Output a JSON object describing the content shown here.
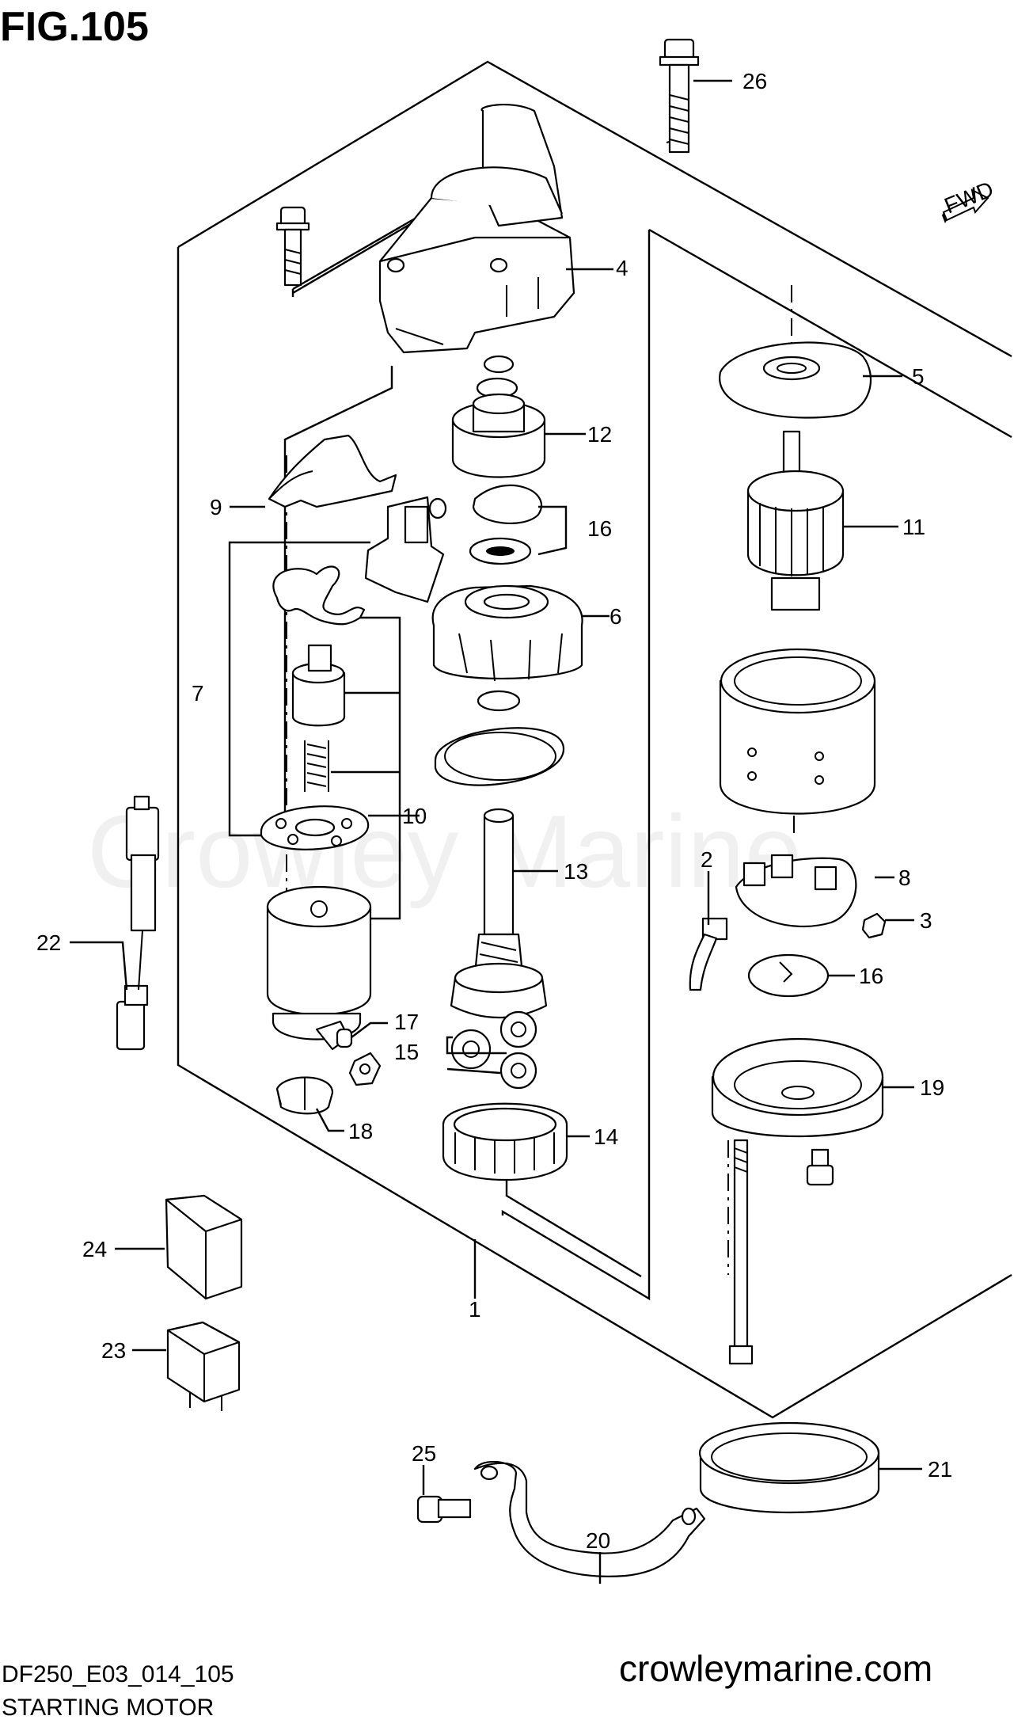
{
  "figure": {
    "title": "FIG.105"
  },
  "footer": {
    "model_code": "DF250_E03_014_105",
    "caption": "STARTING MOTOR",
    "site": "crowleymarine.com"
  },
  "watermark": "Crowley Marine",
  "fwd_badge": "FWD",
  "callouts": [
    "1",
    "2",
    "3",
    "4",
    "5",
    "6",
    "7",
    "8",
    "9",
    "10",
    "11",
    "12",
    "13",
    "14",
    "15",
    "16",
    "16",
    "17",
    "18",
    "19",
    "20",
    "21",
    "22",
    "23",
    "24",
    "25",
    "26"
  ]
}
